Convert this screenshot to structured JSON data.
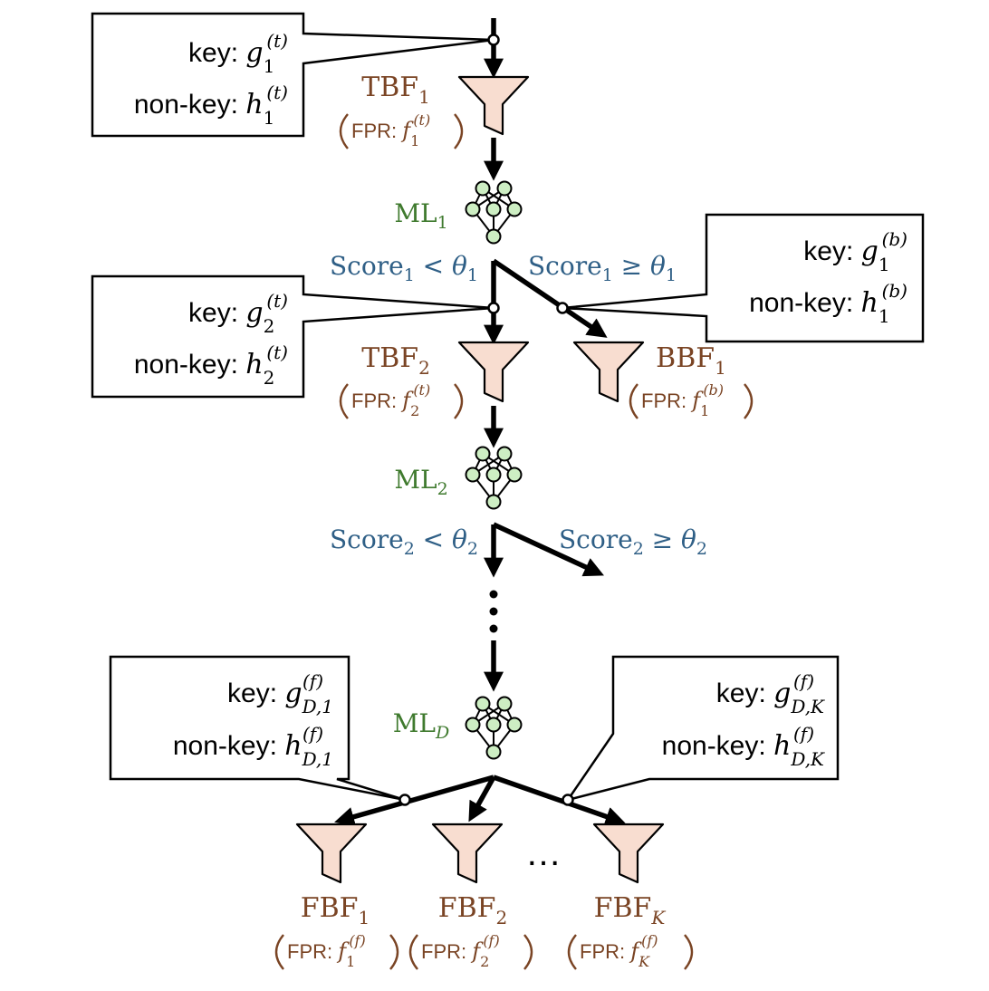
{
  "callouts": {
    "tbf1": {
      "key_label": "key: ",
      "key_var": "g",
      "key_sub": "1",
      "key_sup": "(t)",
      "nonkey_label": "non-key: ",
      "nonkey_var": "h",
      "nonkey_sub": "1",
      "nonkey_sup": "(t)"
    },
    "tbf2": {
      "key_label": "key: ",
      "key_var": "g",
      "key_sub": "2",
      "key_sup": "(t)",
      "nonkey_label": "non-key: ",
      "nonkey_var": "h",
      "nonkey_sub": "2",
      "nonkey_sup": "(t)"
    },
    "bbf1": {
      "key_label": "key: ",
      "key_var": "g",
      "key_sub": "1",
      "key_sup": "(b)",
      "nonkey_label": "non-key: ",
      "nonkey_var": "h",
      "nonkey_sub": "1",
      "nonkey_sup": "(b)"
    },
    "fbf_first": {
      "key_label": "key: ",
      "key_var": "g",
      "key_sub": "D,1",
      "key_sup": "(f)",
      "nonkey_label": "non-key: ",
      "nonkey_var": "h",
      "nonkey_sub": "D,1",
      "nonkey_sup": "(f)"
    },
    "fbf_last": {
      "key_label": "key: ",
      "key_var": "g",
      "key_sub": "D,K",
      "key_sup": "(f)",
      "nonkey_label": "non-key: ",
      "nonkey_var": "h",
      "nonkey_sub": "D,K",
      "nonkey_sup": "(f)"
    }
  },
  "filters": {
    "tbf1": {
      "name": "TBF",
      "sub": "1",
      "fpr_label": "FPR: ",
      "fpr_var": "f",
      "fpr_sub": "1",
      "fpr_sup": "(t)"
    },
    "tbf2": {
      "name": "TBF",
      "sub": "2",
      "fpr_label": "FPR: ",
      "fpr_var": "f",
      "fpr_sub": "2",
      "fpr_sup": "(t)"
    },
    "bbf1": {
      "name": "BBF",
      "sub": "1",
      "fpr_label": "FPR: ",
      "fpr_var": "f",
      "fpr_sub": "1",
      "fpr_sup": "(b)"
    },
    "fbf1": {
      "name": "FBF",
      "sub": "1",
      "fpr_label": "FPR: ",
      "fpr_var": "f",
      "fpr_sub": "1",
      "fpr_sup": "(f)"
    },
    "fbf2": {
      "name": "FBF",
      "sub": "2",
      "fpr_label": "FPR: ",
      "fpr_var": "f",
      "fpr_sub": "2",
      "fpr_sup": "(f)"
    },
    "fbfk": {
      "name": "FBF",
      "sub": "K",
      "fpr_label": "FPR: ",
      "fpr_var": "f",
      "fpr_sub": "K",
      "fpr_sup": "(f)"
    }
  },
  "models": {
    "ml1": {
      "name": "ML",
      "sub": "1"
    },
    "ml2": {
      "name": "ML",
      "sub": "2"
    },
    "mld": {
      "name": "ML",
      "sub": "D"
    }
  },
  "conditions": {
    "s1_low": {
      "name": "Score",
      "sub": "1",
      "op": " < ",
      "theta": "θ",
      "tsub": "1"
    },
    "s1_high": {
      "name": "Score",
      "sub": "1",
      "op": " ≥ ",
      "theta": "θ",
      "tsub": "1"
    },
    "s2_low": {
      "name": "Score",
      "sub": "2",
      "op": " < ",
      "theta": "θ",
      "tsub": "2"
    },
    "s2_high": {
      "name": "Score",
      "sub": "2",
      "op": " ≥ ",
      "theta": "θ",
      "tsub": "2"
    }
  },
  "ellipsis": "…",
  "colors": {
    "filter_fill": "#f8ddd0",
    "node_fill": "#cdeec3",
    "filter_text": "#7a4424",
    "model_text": "#3f7a2e",
    "condition_text": "#2f5f86"
  }
}
